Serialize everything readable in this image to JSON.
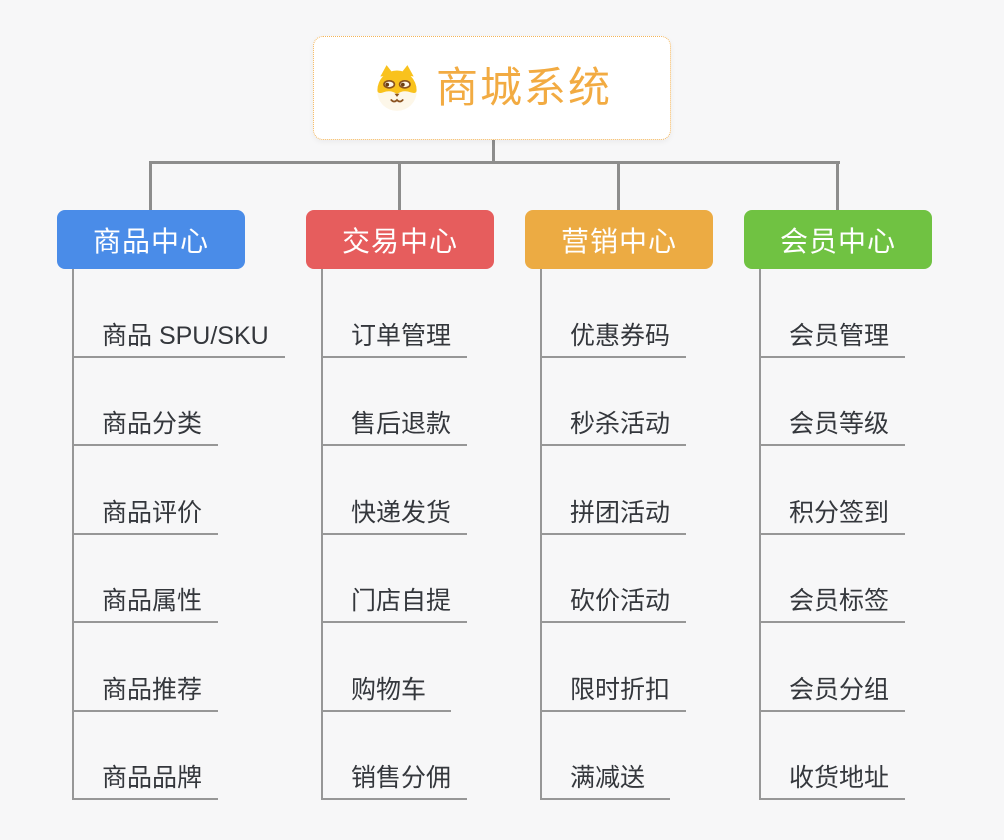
{
  "page": {
    "background_color": "#f7f7f8",
    "connector_color": "#8d8d8d",
    "leaf_line_color": "#979797",
    "leaf_text_color": "#34373c"
  },
  "root": {
    "label": "商城系统",
    "icon": "shiba-dog-icon",
    "text_color": "#f2ab42",
    "border_color": "#f4b55a",
    "background": "#ffffff"
  },
  "branches": [
    {
      "label": "商品中心",
      "color": "#4a8ce8",
      "children": [
        "商品 SPU/SKU",
        "商品分类",
        "商品评价",
        "商品属性",
        "商品推荐",
        "商品品牌"
      ]
    },
    {
      "label": "交易中心",
      "color": "#e65d5d",
      "children": [
        "订单管理",
        "售后退款",
        "快递发货",
        "门店自提",
        "购物车",
        "销售分佣"
      ]
    },
    {
      "label": "营销中心",
      "color": "#ecab43",
      "children": [
        "优惠券码",
        "秒杀活动",
        "拼团活动",
        "砍价活动",
        "限时折扣",
        "满减送"
      ]
    },
    {
      "label": "会员中心",
      "color": "#70c242",
      "children": [
        "会员管理",
        "会员等级",
        "积分签到",
        "会员标签",
        "会员分组",
        "收货地址"
      ]
    }
  ]
}
